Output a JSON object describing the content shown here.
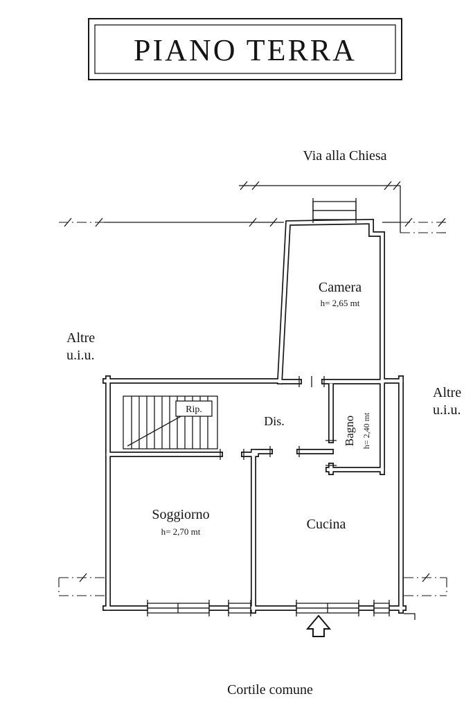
{
  "title": "PIANO TERRA",
  "colors": {
    "line": "#161616",
    "background": "#ffffff"
  },
  "labels": {
    "street_top": "Via alla Chiesa",
    "left_neighbor_line1": "Altre",
    "left_neighbor_line2": "u.i.u.",
    "right_neighbor_line1": "Altre",
    "right_neighbor_line2": "u.i.u.",
    "courtyard_bottom": "Cortile comune"
  },
  "rooms": {
    "camera": {
      "name": "Camera",
      "height": "h= 2,65 mt"
    },
    "dis": {
      "name": "Dis."
    },
    "bagno": {
      "name": "Bagno",
      "height": "h= 2,40 mt"
    },
    "rip": {
      "name": "Rip."
    },
    "soggiorno": {
      "name": "Soggiorno",
      "height": "h= 2,70 mt"
    },
    "cucina": {
      "name": "Cucina"
    }
  }
}
